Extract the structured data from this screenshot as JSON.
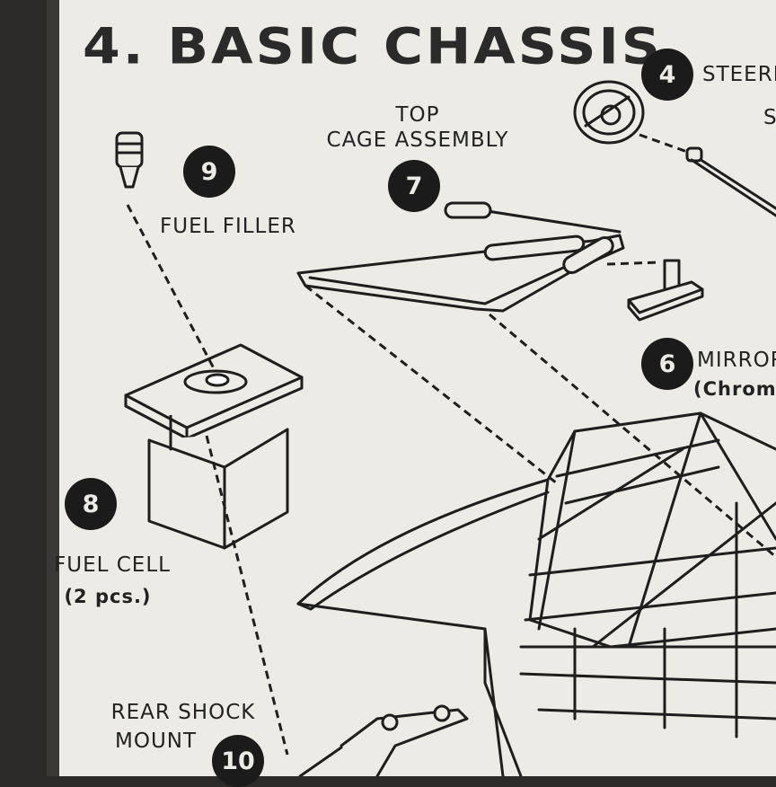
{
  "heading": {
    "title": "4. BASIC CHASSIS"
  },
  "parts": [
    {
      "number": "4",
      "label": "STEERIN"
    },
    {
      "number": "9",
      "label": "FUEL FILLER"
    },
    {
      "number": "7",
      "label_line1": "TOP",
      "label_line2": "CAGE ASSEMBLY"
    },
    {
      "number": "6",
      "label": "MIRROR",
      "note": "(Chrome"
    },
    {
      "number": "8",
      "label": "FUEL CELL",
      "note": "(2 pcs.)"
    },
    {
      "number": "10",
      "label_line1": "REAR SHOCK",
      "label_line2": "MOUNT"
    }
  ],
  "fragments": {
    "steering_second_line": "S"
  },
  "colors": {
    "paper": "#ecebe6",
    "ink": "#1b1b1b",
    "border": "#3a3936"
  }
}
